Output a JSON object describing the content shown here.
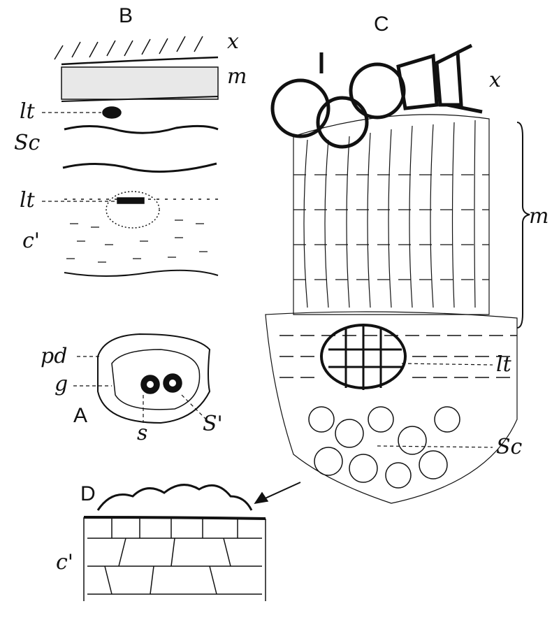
{
  "panels": {
    "A": {
      "title": "A",
      "labels": {
        "pd": "pd",
        "g": "g",
        "s": "s",
        "s_prime": "S'"
      }
    },
    "B": {
      "title": "B",
      "labels": {
        "x": "x",
        "m": "m",
        "lt1": "lt",
        "sc": "Sc",
        "lt2": "lt",
        "c_prime": "c'"
      }
    },
    "C": {
      "title": "C",
      "labels": {
        "x": "x",
        "m": "m",
        "lt": "lt",
        "sc": "Sc"
      }
    },
    "D": {
      "title": "D",
      "labels": {
        "c_prime": "c'"
      }
    }
  },
  "colors": {
    "ink": "#111111",
    "paper": "#ffffff"
  }
}
